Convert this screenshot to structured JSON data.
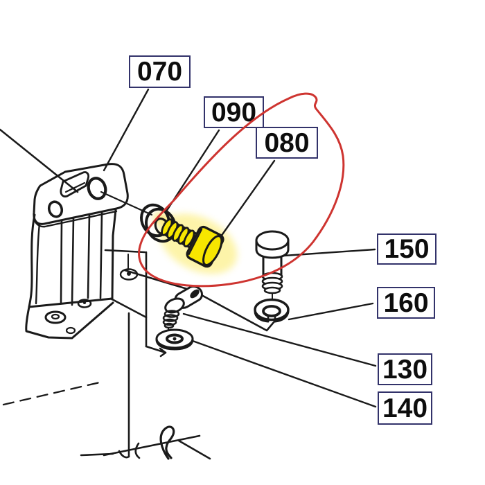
{
  "diagram": {
    "kind": "exploded-parts-diagram",
    "background": "#ffffff",
    "palette": {
      "line": "#1a1a1a",
      "label_border": "#32326a",
      "label_text": "#0d0d0d",
      "highlight_fill": "#f7e600",
      "highlight_glow": "#fdf3a0",
      "annotation_red": "#ce3430"
    },
    "labels": [
      {
        "id": "070",
        "text": "070",
        "part": "mounting-bracket"
      },
      {
        "id": "090",
        "text": "090",
        "part": "lock-washer"
      },
      {
        "id": "080",
        "text": "080",
        "part": "hex-bolt-highlighted"
      },
      {
        "id": "150",
        "text": "150",
        "part": "bolt"
      },
      {
        "id": "160",
        "text": "160",
        "part": "lock-washer"
      },
      {
        "id": "130",
        "text": "130",
        "part": "grease-fitting"
      },
      {
        "id": "140",
        "text": "140",
        "part": "plain-washer"
      }
    ],
    "highlight": {
      "label": "080",
      "style": "part filled yellow and encircled with freehand red loop"
    }
  }
}
